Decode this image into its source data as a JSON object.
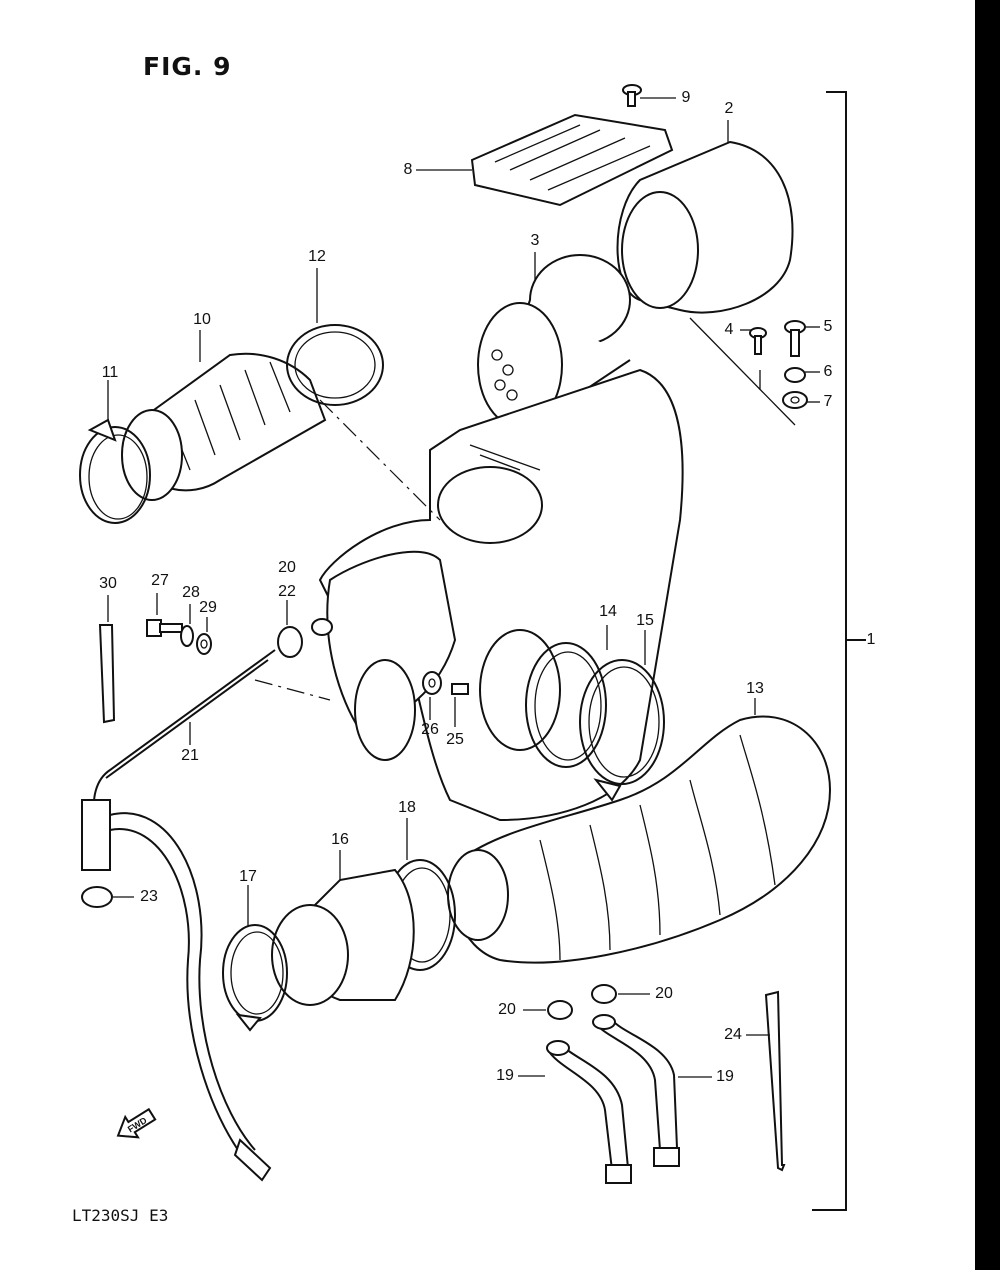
{
  "figure": {
    "title": "FIG. 9",
    "model_code": "LT230SJ E3",
    "fwd_marker": "FWD"
  },
  "callouts": {
    "c1": "1",
    "c2": "2",
    "c3": "3",
    "c4": "4",
    "c5": "5",
    "c6": "6",
    "c7": "7",
    "c8": "8",
    "c9": "9",
    "c10": "10",
    "c11": "11",
    "c12": "12",
    "c13": "13",
    "c14": "14",
    "c15": "15",
    "c16": "16",
    "c17": "17",
    "c18": "18",
    "c19a": "19",
    "c19b": "19",
    "c20a": "20",
    "c20b": "20",
    "c20c": "20",
    "c21": "21",
    "c22": "22",
    "c23": "23",
    "c24": "24",
    "c25": "25",
    "c26": "26",
    "c27": "27",
    "c28": "28",
    "c29": "29",
    "c30": "30"
  },
  "colors": {
    "ink": "#111111",
    "paper": "#ffffff",
    "edge": "#000000"
  }
}
